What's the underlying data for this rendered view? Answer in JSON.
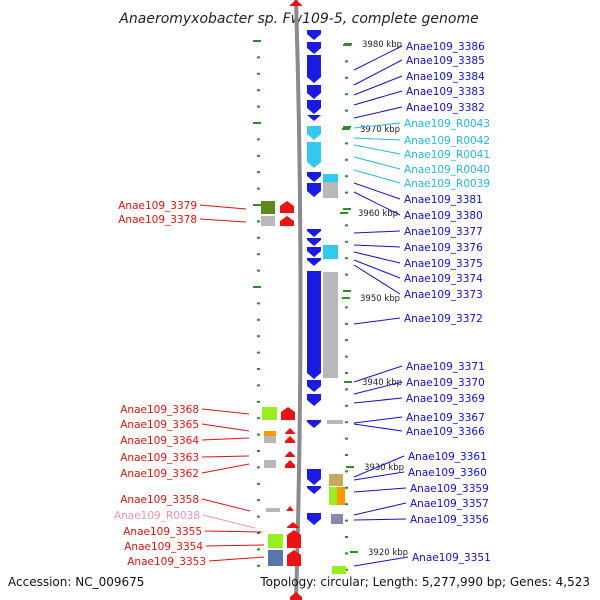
{
  "title": "Anaeromyxobacter sp. Fw109-5, complete genome",
  "footer": {
    "accession": "Accession: NC_009675",
    "topology": "Topology: circular; Length: 5,277,990 bp; Genes: 4,523"
  },
  "colors": {
    "backbone": "#8a8a8a",
    "tick": "#2e8b2e",
    "right_label": "#1010c8",
    "rna_label": "#22b8e0",
    "left_label": "#e01010",
    "left_rna_label": "#f090b8",
    "forward_gene": "#1a1ae0",
    "forward_rna": "#33c8f0",
    "reverse_gene": "#ee1111",
    "hit_gray": "#b8b8b8",
    "hit_green_dark": "#5a8a20",
    "hit_green_light": "#99ee22",
    "hit_orange": "#ff9900"
  },
  "kbp_labels": [
    "3980 kbp",
    "3970 kbp",
    "3960 kbp",
    "3950 kbp",
    "3940 kbp",
    "3930 kbp",
    "3920 kbp"
  ],
  "right_genes": [
    {
      "name": "Anae109_3386",
      "type": "gene"
    },
    {
      "name": "Anae109_3385",
      "type": "gene"
    },
    {
      "name": "Anae109_3384",
      "type": "gene"
    },
    {
      "name": "Anae109_3383",
      "type": "gene"
    },
    {
      "name": "Anae109_3382",
      "type": "gene"
    },
    {
      "name": "Anae109_R0043",
      "type": "rna"
    },
    {
      "name": "Anae109_R0042",
      "type": "rna"
    },
    {
      "name": "Anae109_R0041",
      "type": "rna"
    },
    {
      "name": "Anae109_R0040",
      "type": "rna"
    },
    {
      "name": "Anae109_R0039",
      "type": "rna"
    },
    {
      "name": "Anae109_3381",
      "type": "gene"
    },
    {
      "name": "Anae109_3380",
      "type": "gene"
    },
    {
      "name": "Anae109_3377",
      "type": "gene"
    },
    {
      "name": "Anae109_3376",
      "type": "gene"
    },
    {
      "name": "Anae109_3375",
      "type": "gene"
    },
    {
      "name": "Anae109_3374",
      "type": "gene"
    },
    {
      "name": "Anae109_3373",
      "type": "gene"
    },
    {
      "name": "Anae109_3372",
      "type": "gene"
    },
    {
      "name": "Anae109_3371",
      "type": "gene"
    },
    {
      "name": "Anae109_3370",
      "type": "gene"
    },
    {
      "name": "Anae109_3369",
      "type": "gene"
    },
    {
      "name": "Anae109_3367",
      "type": "gene"
    },
    {
      "name": "Anae109_3366",
      "type": "gene"
    },
    {
      "name": "Anae109_3361",
      "type": "gene"
    },
    {
      "name": "Anae109_3360",
      "type": "gene"
    },
    {
      "name": "Anae109_3359",
      "type": "gene"
    },
    {
      "name": "Anae109_3357",
      "type": "gene"
    },
    {
      "name": "Anae109_3356",
      "type": "gene"
    },
    {
      "name": "Anae109_3351",
      "type": "gene"
    }
  ],
  "left_genes": [
    {
      "name": "Anae109_3379",
      "type": "gene"
    },
    {
      "name": "Anae109_3378",
      "type": "gene"
    },
    {
      "name": "Anae109_3368",
      "type": "gene"
    },
    {
      "name": "Anae109_3365",
      "type": "gene"
    },
    {
      "name": "Anae109_3364",
      "type": "gene"
    },
    {
      "name": "Anae109_3363",
      "type": "gene"
    },
    {
      "name": "Anae109_3362",
      "type": "gene"
    },
    {
      "name": "Anae109_3358",
      "type": "gene"
    },
    {
      "name": "Anae109_R0038",
      "type": "rna"
    },
    {
      "name": "Anae109_3355",
      "type": "gene"
    },
    {
      "name": "Anae109_3354",
      "type": "gene"
    },
    {
      "name": "Anae109_3353",
      "type": "gene"
    }
  ]
}
